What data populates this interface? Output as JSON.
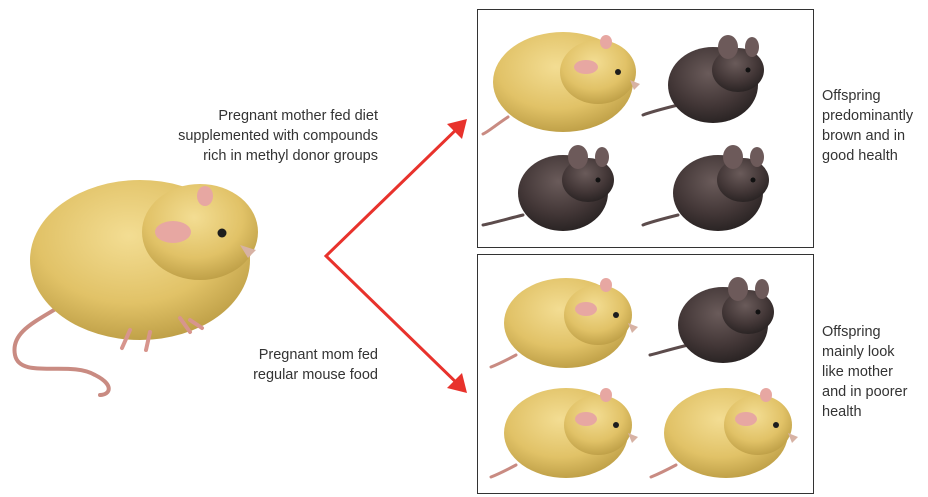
{
  "labels": {
    "supplemented": "Pregnant mother fed diet\nsupplemented with compounds\nrich in methyl donor groups",
    "regular": "Pregnant mom fed\nregular mouse food",
    "outcome_top": "Offspring\npredominantly\nbrown and in\ngood health",
    "outcome_bottom": "Offspring\nmainly look\nlike mother\nand in poorer\nhealth"
  },
  "colors": {
    "yellow_mouse": "#e2c46a",
    "brown_mouse": "#3f3434",
    "arrow": "#e8322c"
  },
  "offspring": {
    "top_panel": [
      "yellow",
      "brown",
      "brown",
      "brown"
    ],
    "bottom_panel": [
      "yellow",
      "brown",
      "yellow",
      "yellow"
    ]
  }
}
